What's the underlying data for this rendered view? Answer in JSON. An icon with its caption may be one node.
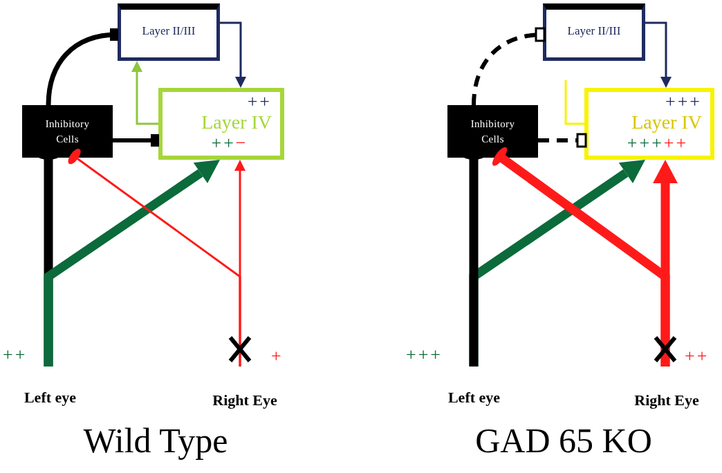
{
  "diagram": {
    "nodes": [
      {
        "text": [
          "Layer II/III"
        ]
      },
      {
        "text": [
          "Inhibitory Cells"
        ]
      },
      {
        "text": [
          "++",
          "Layer IV",
          "++",
          "−"
        ]
      },
      {
        "text": [
          "Left eye"
        ],
        "beside": [
          "++"
        ]
      },
      {
        "text": [
          "Right Eye"
        ],
        "beside": [
          "+"
        ]
      },
      {
        "text": [
          "Layer II/III"
        ]
      },
      {
        "text": [
          "Inhibitory Cells"
        ]
      },
      {
        "text": [
          "+++",
          "Layer IV",
          "+++",
          "++"
        ]
      },
      {
        "text": [
          "Left eye"
        ],
        "beside": [
          "+++"
        ]
      },
      {
        "text": [
          "Right Eye"
        ],
        "beside": [
          "++"
        ]
      }
    ],
    "edges": [
      {
        "from": 1,
        "to": 0,
        "arrow": "other",
        "color": "#000000"
      },
      {
        "from": 1,
        "to": 2,
        "arrow": "other",
        "color": "#000000"
      },
      {
        "from": 2,
        "to": 0,
        "arrow": "to",
        "color": "#8dc63f"
      },
      {
        "from": 0,
        "to": 2,
        "arrow": "to",
        "color": "#1f2a60"
      },
      {
        "from": 3,
        "to": 1,
        "arrow": "other",
        "style": "thick",
        "color": "#000000"
      },
      {
        "from": 3,
        "to": 2,
        "arrow": "to",
        "style": "thick",
        "color": "#0b6b3a"
      },
      {
        "from": 4,
        "to": 1,
        "arrow": "other",
        "color": "#ff1a1a"
      },
      {
        "from": 4,
        "to": 2,
        "arrow": "to",
        "color": "#ff1a1a"
      },
      {
        "from": 6,
        "to": 5,
        "arrow": "other",
        "style": "dashed",
        "color": "#000000"
      },
      {
        "from": 6,
        "to": 7,
        "arrow": "other",
        "style": "dashed",
        "color": "#000000"
      },
      {
        "from": 7,
        "to": null,
        "arrow": "none",
        "color": "#f7f300"
      },
      {
        "from": 5,
        "to": 7,
        "arrow": "to",
        "color": "#1f2a60"
      },
      {
        "from": 8,
        "to": 7,
        "arrow": "to",
        "style": "thick",
        "color": "#0b6b3a"
      },
      {
        "from": 8,
        "to": 6,
        "arrow": "other",
        "style": "thick",
        "color": "#000000"
      },
      {
        "from": 9,
        "to": 6,
        "arrow": "other",
        "style": "thick",
        "color": "#ff1a1a"
      },
      {
        "from": 9,
        "to": 7,
        "arrow": "to",
        "style": "thick",
        "color": "#ff1a1a"
      }
    ],
    "labels": [
      "Wild Type",
      "GAD 65 KO"
    ]
  }
}
